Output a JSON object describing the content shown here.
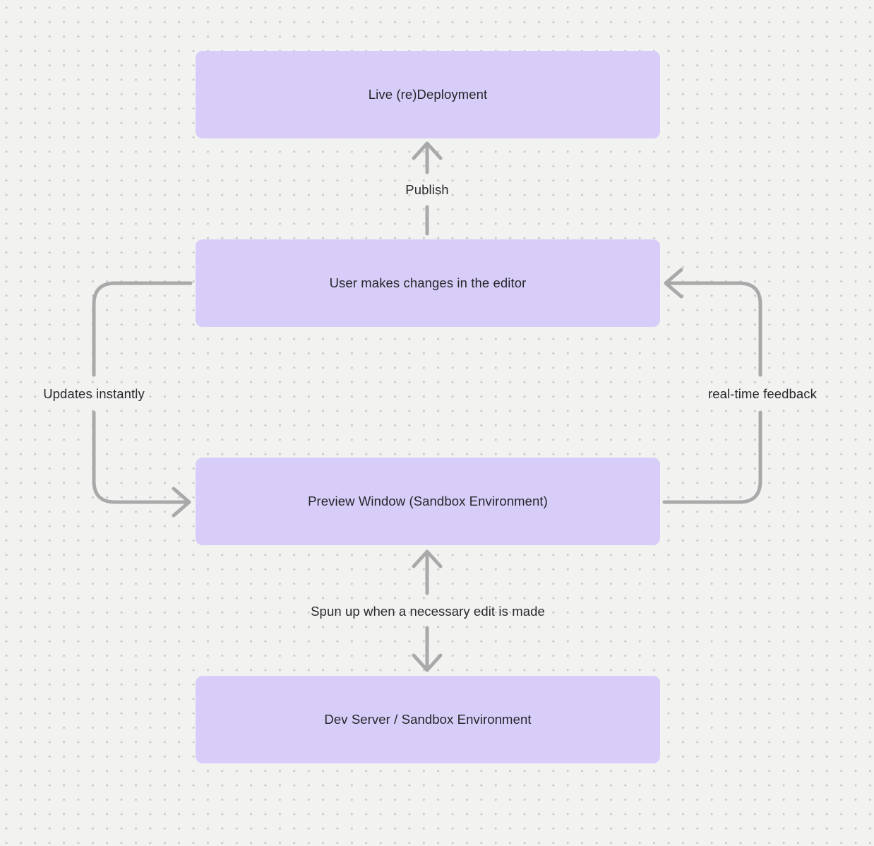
{
  "diagram": {
    "nodes": [
      {
        "id": "live-deployment",
        "label": "Live (re)Deployment"
      },
      {
        "id": "editor",
        "label": "User makes changes in the editor"
      },
      {
        "id": "preview-window",
        "label": "Preview Window (Sandbox Environment)"
      },
      {
        "id": "dev-server",
        "label": "Dev Server / Sandbox Environment"
      }
    ],
    "edges": [
      {
        "id": "publish",
        "from": "editor",
        "to": "live-deployment",
        "label": "Publish",
        "direction": "up"
      },
      {
        "id": "updates-instantly",
        "from": "editor",
        "to": "preview-window",
        "label": "Updates instantly",
        "direction": "left-loop-down"
      },
      {
        "id": "realtime-feedback",
        "from": "preview-window",
        "to": "editor",
        "label": "real-time feedback",
        "direction": "right-loop-up"
      },
      {
        "id": "spun-up",
        "from": "preview-window",
        "to": "dev-server",
        "label": "Spun up when a necessary edit is made",
        "direction": "bidirectional"
      }
    ],
    "colors": {
      "background": "#f2f2f1",
      "grid_dot": "#c6c6c6",
      "node_fill": "#d7cdf8",
      "node_text": "#26262a",
      "edge_stroke": "#a9a9a9",
      "edge_label_text": "#2a2a2e"
    }
  }
}
